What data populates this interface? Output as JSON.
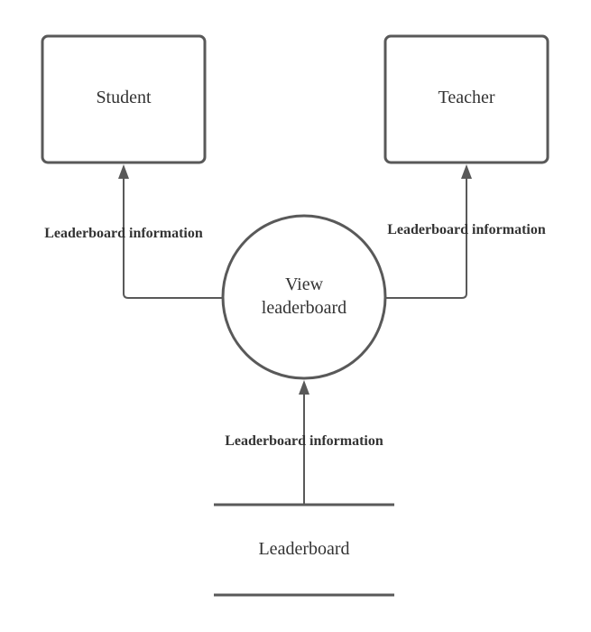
{
  "diagram": {
    "entities": {
      "student": "Student",
      "teacher": "Teacher"
    },
    "process": {
      "line1": "View",
      "line2": "leaderboard"
    },
    "datastore": "Leaderboard",
    "flows": {
      "to_student": "Leaderboard information",
      "to_teacher": "Leaderboard information",
      "from_store": "Leaderboard information"
    },
    "colors": {
      "stroke": "#595959",
      "text": "#333333",
      "background": "#ffffff"
    }
  }
}
